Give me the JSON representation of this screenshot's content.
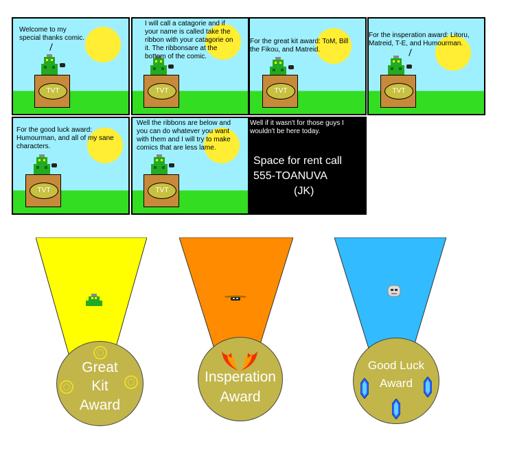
{
  "comic": {
    "panels": [
      {
        "text": "Welcome to my\nspecial thanks comic.",
        "podium_label": "TVT"
      },
      {
        "text": "I will call a catagorie and if\nyour name is called take the\nribbon with your catagorie on\nit. The ribbonsare at the\nbottom of the comic.",
        "podium_label": "TVT"
      },
      {
        "text": "For the great kit award: ToM, Bill\nthe Fikou, and Matreid.",
        "podium_label": "TVT"
      },
      {
        "text": "For the insperation award: Litoru,\nMatreid, T-E, and Humourman.",
        "podium_label": "TVT"
      },
      {
        "text": "For the good luck award:\nHumourman, and all of my sane\ncharacters.",
        "podium_label": "TVT"
      },
      {
        "text": "Well the ribbons are below and\nyou can do whatever you want\nwith them and I will try to make\ncomics that are less lame.",
        "podium_label": "TVT"
      }
    ],
    "final_panel": {
      "text": "Well if it wasn't for those guys I\nwouldn't be here today.",
      "ad_line1": "Space for rent call",
      "ad_line2": "555-TOANUVA",
      "ad_line3": "(JK)"
    }
  },
  "awards": [
    {
      "line1": "Great",
      "line2": "Kit",
      "line3": "Award",
      "ribbon_color": "#ffff00"
    },
    {
      "line1": "Insperation",
      "line2": "Award",
      "ribbon_color": "#ff8c00"
    },
    {
      "line1": "Good Luck",
      "line2": "Award",
      "ribbon_color": "#33bbff"
    }
  ],
  "colors": {
    "sky": "#9ff0ff",
    "grass": "#33dd22",
    "sun": "#ffee33",
    "podium": "#c88a3a",
    "medal": "#c2b54a"
  }
}
